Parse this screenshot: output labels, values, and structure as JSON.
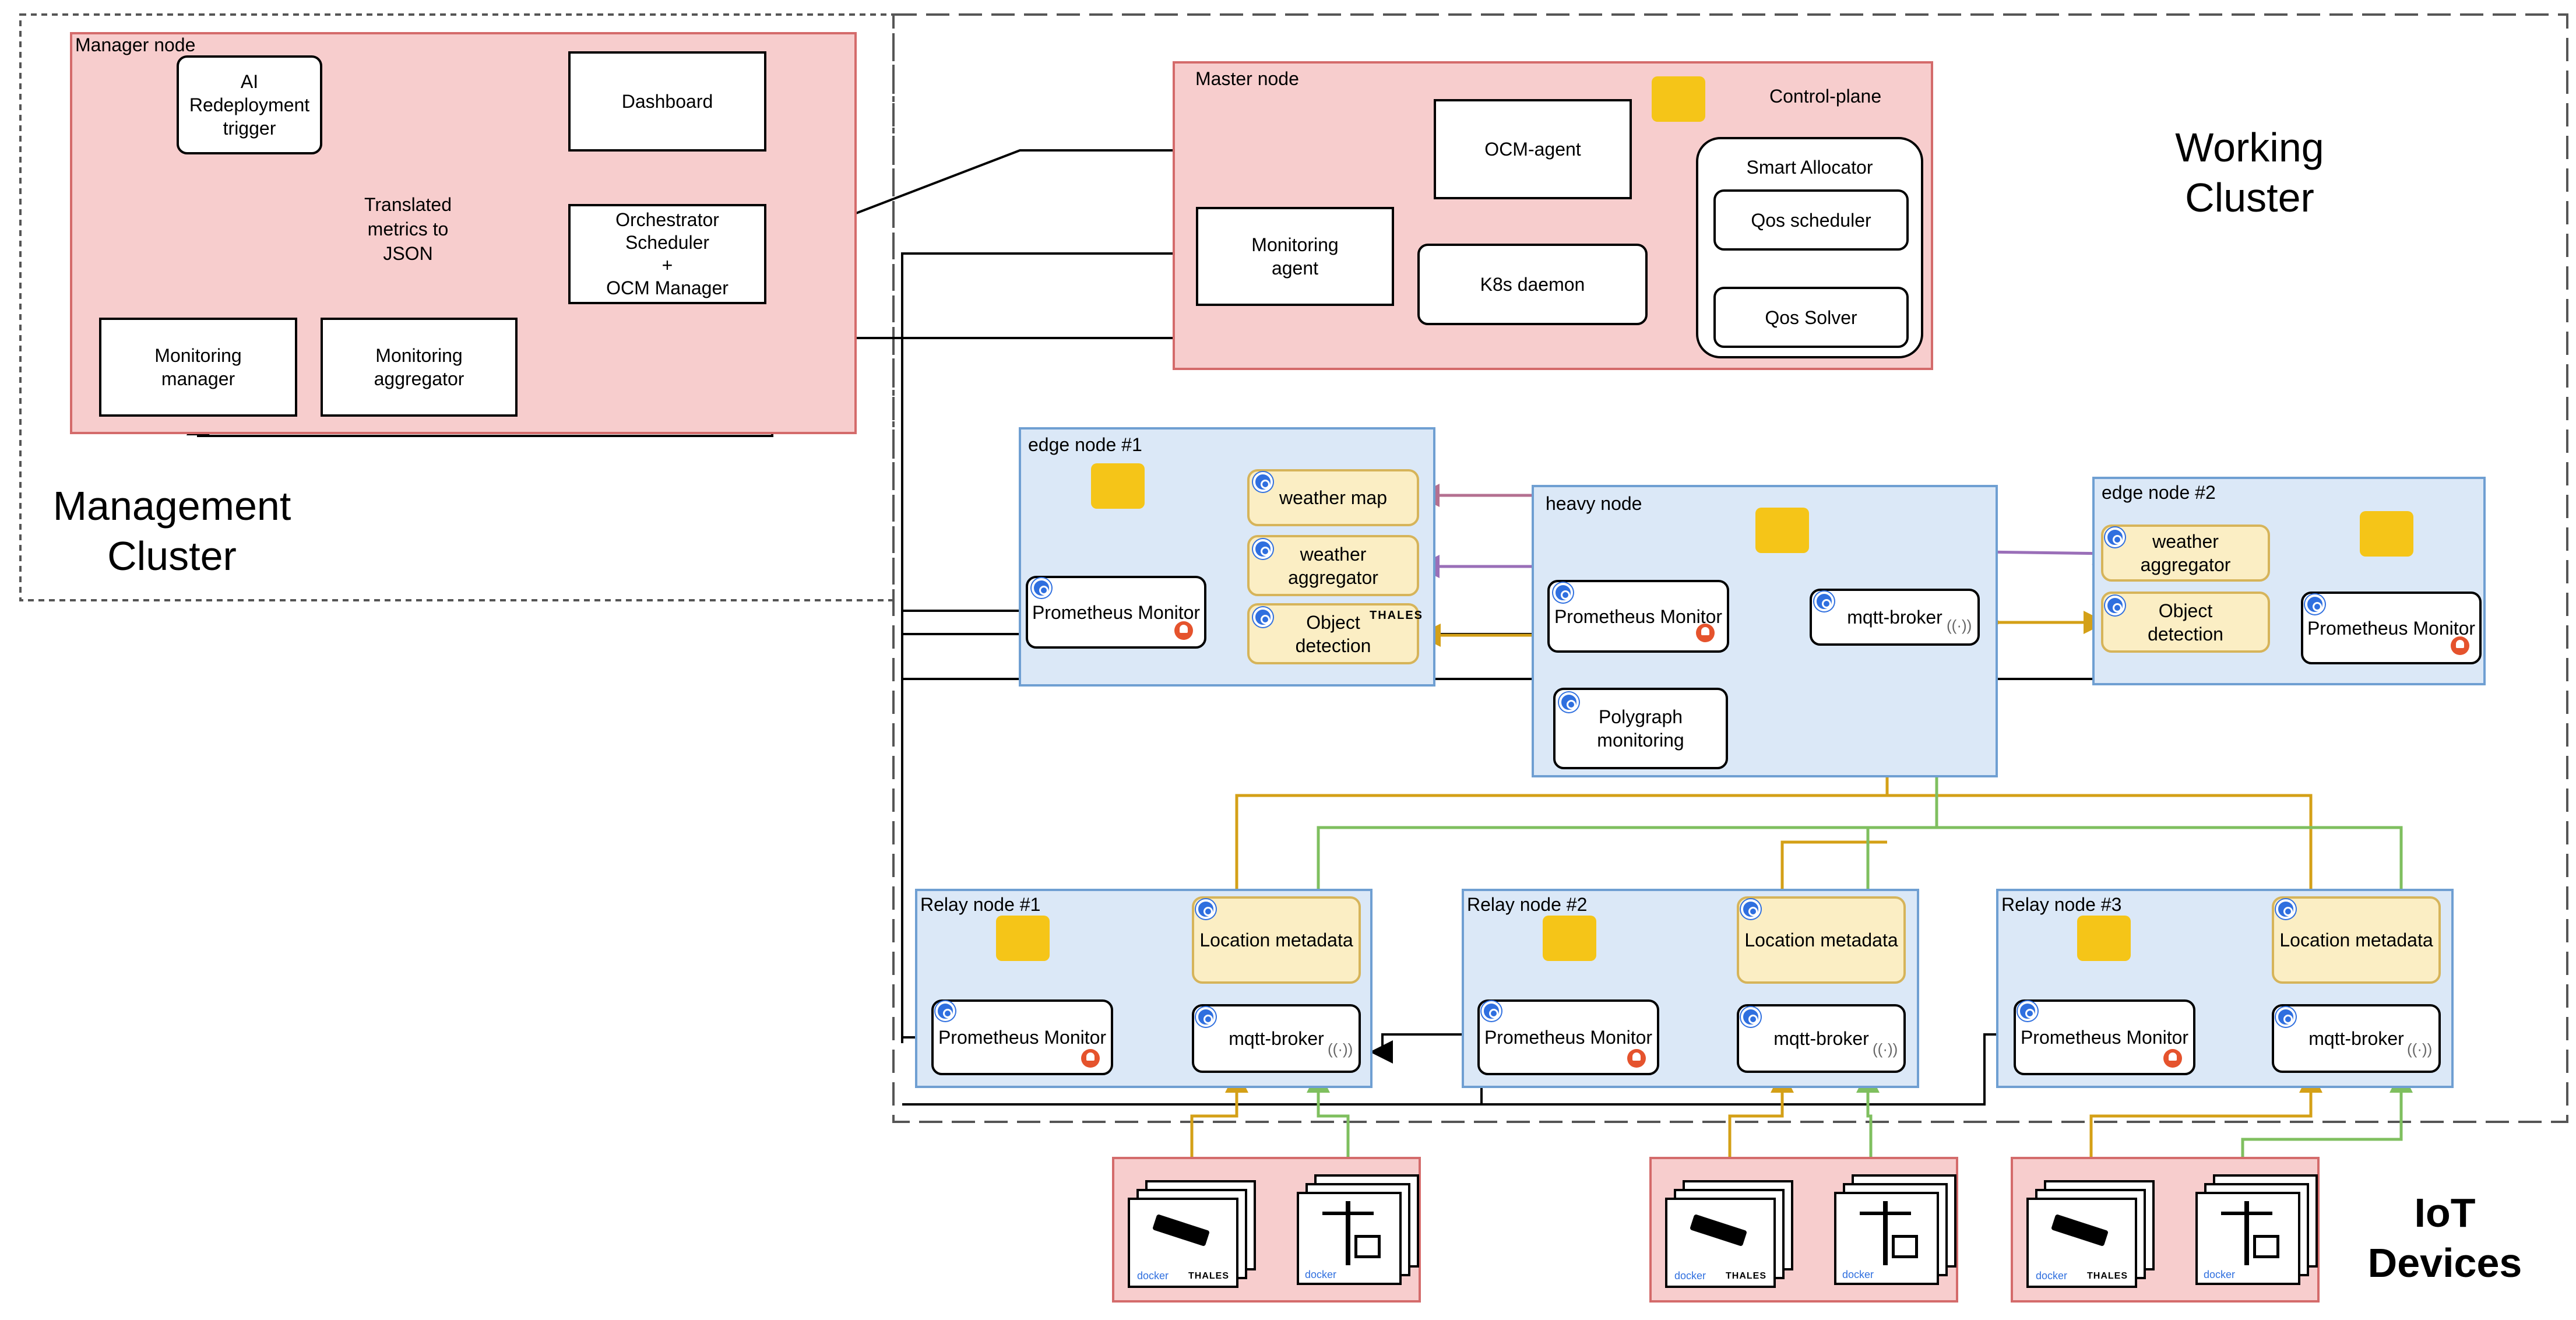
{
  "clusters": {
    "management": "Management\nCluster",
    "working": "Working\nCluster",
    "iot": "IoT\nDevices"
  },
  "manager_node": {
    "title": "Manager node",
    "ai_trigger": "AI\nRedeployment\ntrigger",
    "dashboard": "Dashboard",
    "orchestrator": "Orchestrator\nScheduler\n+\nOCM Manager",
    "monitoring_manager": "Monitoring\nmanager",
    "monitoring_aggregator": "Monitoring\naggregator",
    "translated_label": "Translated\nmetrics to\nJSON"
  },
  "master_node": {
    "title": "Master node",
    "control_plane": "Control-plane",
    "ocm_agent": "OCM-agent",
    "monitoring_agent": "Monitoring\nagent",
    "k8s_daemon": "K8s daemon",
    "smart_allocator": "Smart Allocator",
    "qos_scheduler": "Qos scheduler",
    "qos_solver": "Qos Solver"
  },
  "edge1": {
    "title": "edge node #1",
    "weather_map": "weather map",
    "weather_aggregator": "weather\naggregator",
    "object_detection": "Object\ndetection",
    "thales": "THALES",
    "prometheus": "Prometheus Monitor"
  },
  "heavy": {
    "title": "heavy node",
    "prometheus": "Prometheus Monitor",
    "mqtt": "mqtt-broker",
    "polygraph": "Polygraph\nmonitoring"
  },
  "edge2": {
    "title": "edge node #2",
    "weather_aggregator": "weather\naggregator",
    "object_detection": "Object\ndetection",
    "prometheus": "Prometheus Monitor"
  },
  "relays": [
    {
      "title": "Relay node #1",
      "location": "Location metadata",
      "prometheus": "Prometheus Monitor",
      "mqtt": "mqtt-broker"
    },
    {
      "title": "Relay node #2",
      "location": "Location metadata",
      "prometheus": "Prometheus Monitor",
      "mqtt": "mqtt-broker"
    },
    {
      "title": "Relay node #3",
      "location": "Location metadata",
      "prometheus": "Prometheus Monitor",
      "mqtt": "mqtt-broker"
    }
  ],
  "devices": {
    "docker": "docker",
    "thales": "THALES"
  },
  "colors": {
    "gold": "#d4a017",
    "green": "#7fbf5f",
    "purple": "#9a6fb8",
    "rose": "#b47090",
    "pink_fill": "#f7cdcd",
    "blue_fill": "#dbe8f7",
    "yellow_fill": "#fbeec4"
  }
}
